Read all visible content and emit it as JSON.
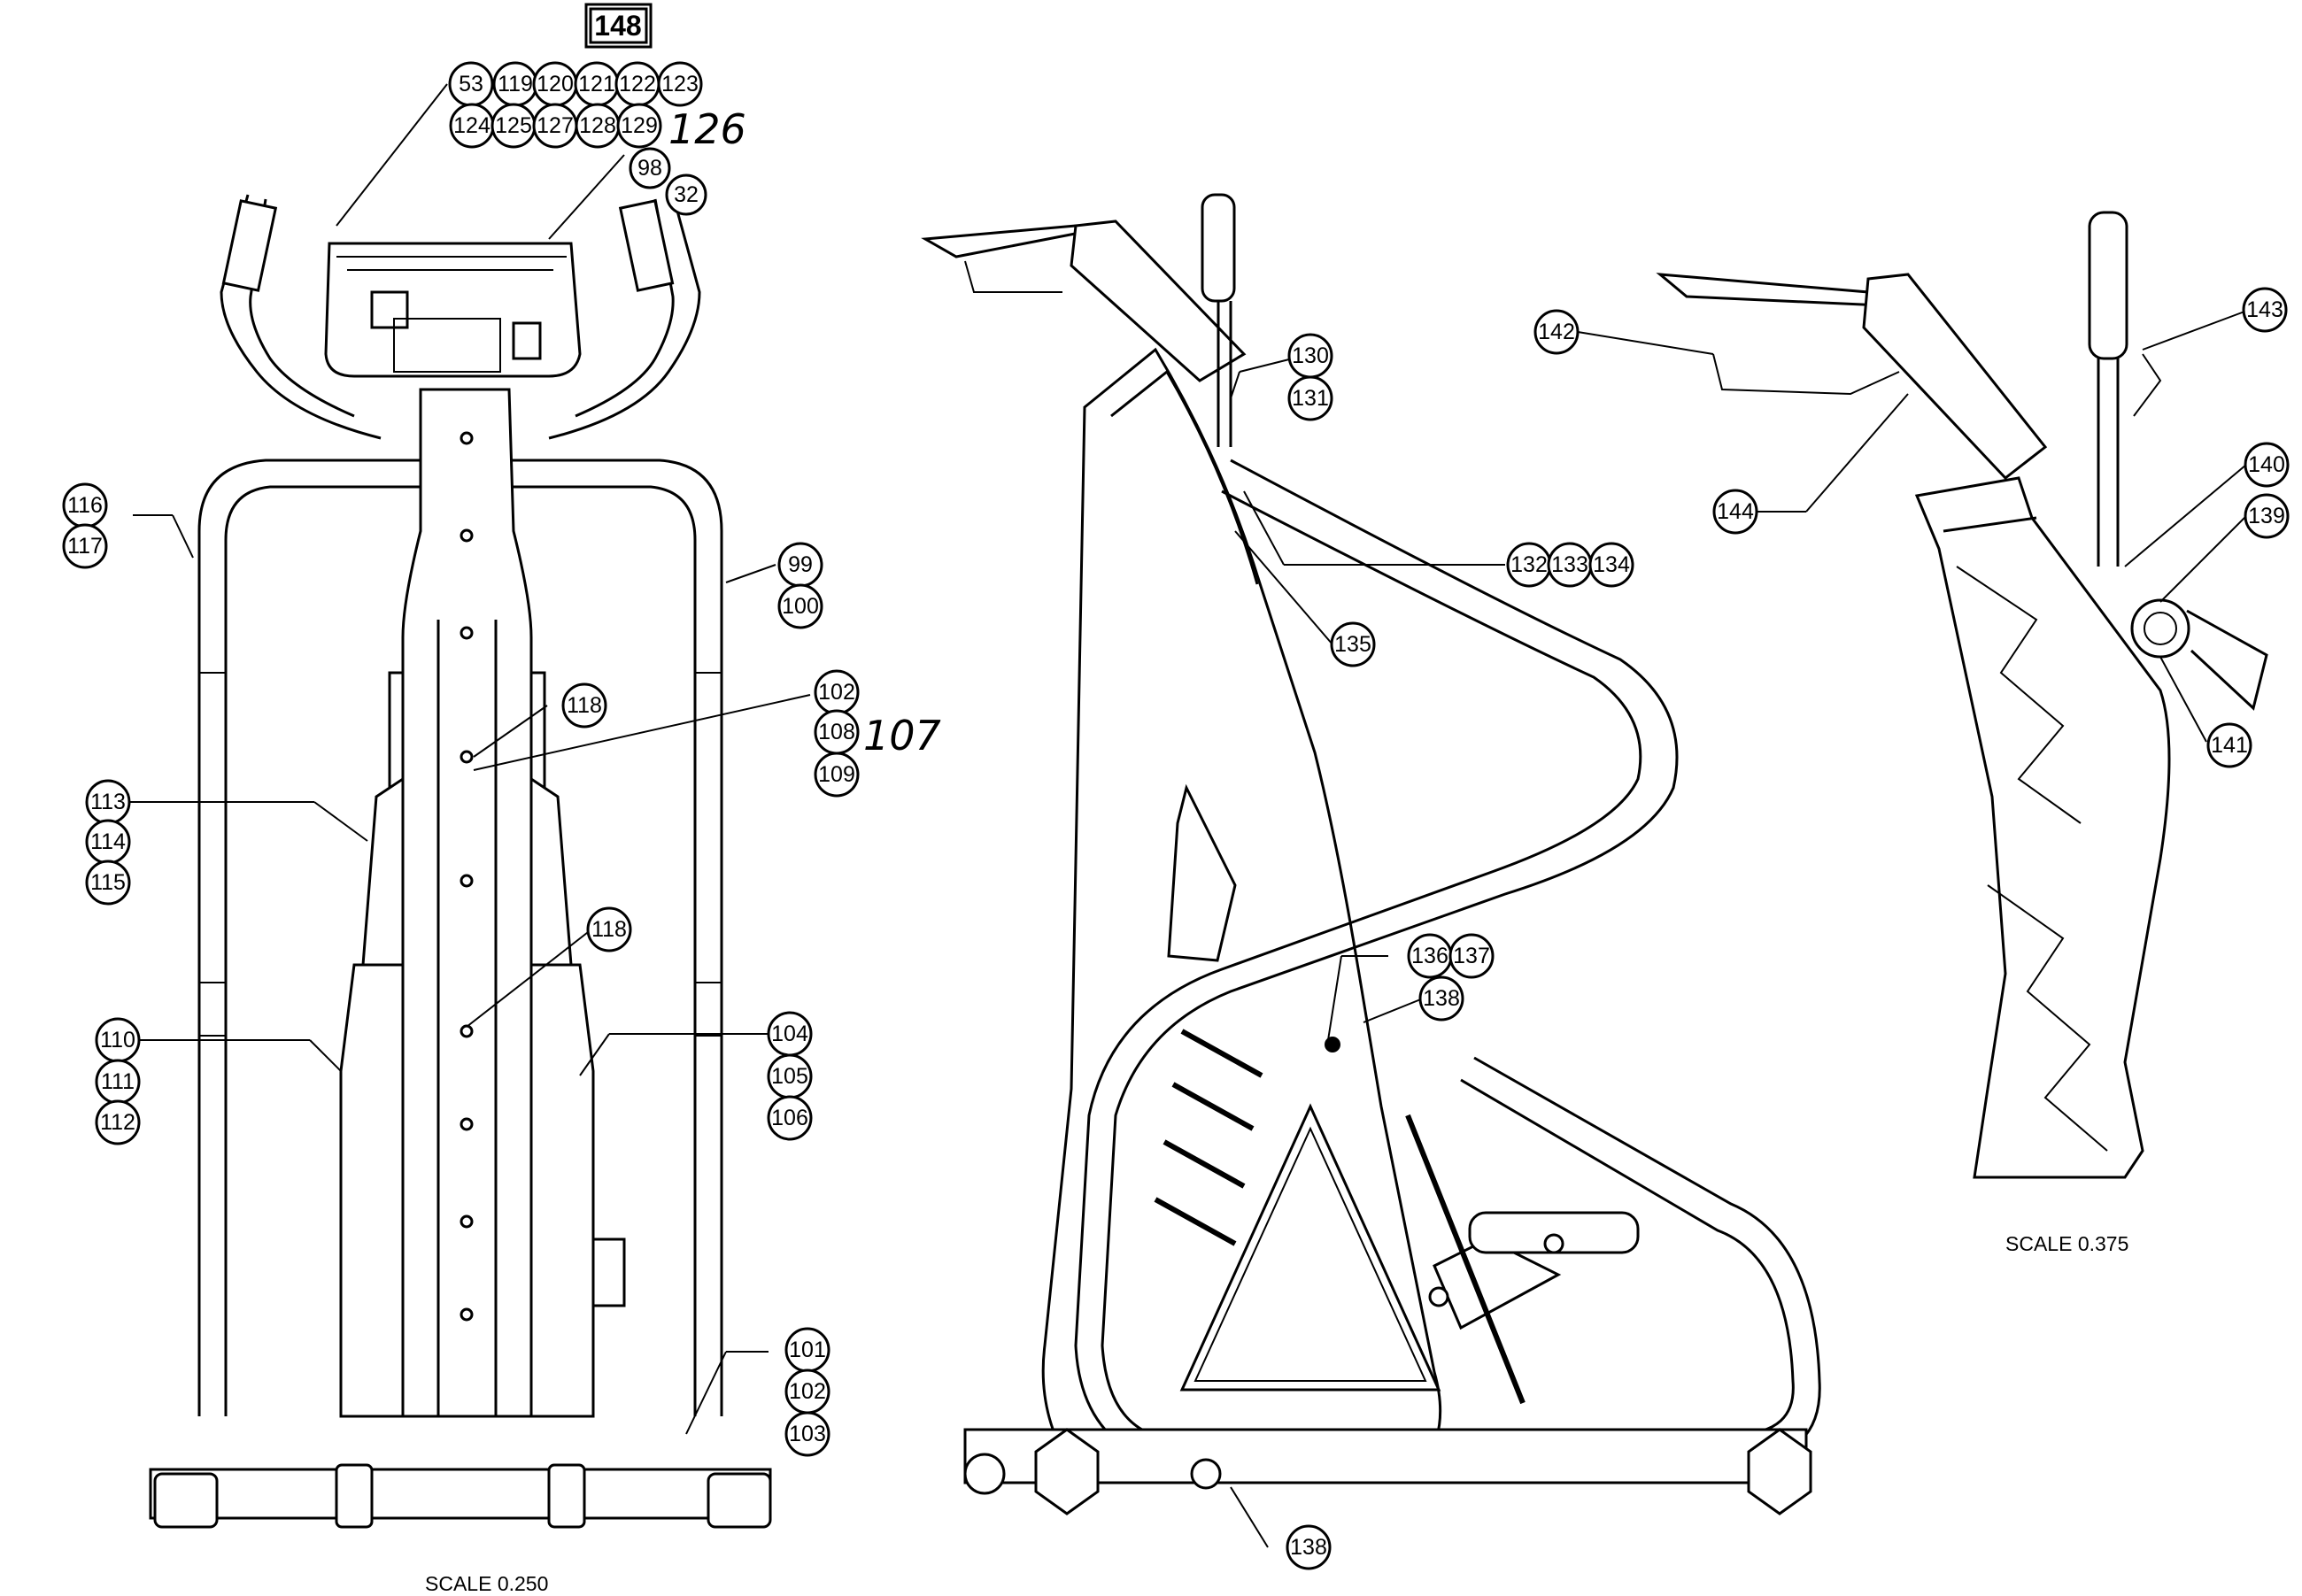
{
  "diagram": {
    "box_label": "148",
    "callouts": {
      "top_row1": [
        "53",
        "119",
        "120",
        "121",
        "122",
        "123"
      ],
      "top_row2": [
        "124",
        "125",
        "127",
        "128",
        "129"
      ],
      "handwritten_126": "126",
      "c98": "98",
      "c32": "32",
      "c116": "116",
      "c117": "117",
      "c99": "99",
      "c100": "100",
      "c102a": "102",
      "c108": "108",
      "handwritten_107": "107",
      "c109": "109",
      "c118a": "118",
      "c113": "113",
      "c114": "114",
      "c115": "115",
      "c118b": "118",
      "c110": "110",
      "c111": "111",
      "c112": "112",
      "c104": "104",
      "c105": "105",
      "c106": "106",
      "c101": "101",
      "c102b": "102",
      "c103": "103",
      "c130": "130",
      "c131": "131",
      "c132": "132",
      "c133": "133",
      "c134": "134",
      "c135": "135",
      "c136": "136",
      "c137": "137",
      "c138a": "138",
      "c138b": "138",
      "c142": "142",
      "c143": "143",
      "c144": "144",
      "c140": "140",
      "c139": "139",
      "c141": "141"
    },
    "scale_front": "SCALE  0.250",
    "scale_detail": "SCALE  0.375"
  }
}
